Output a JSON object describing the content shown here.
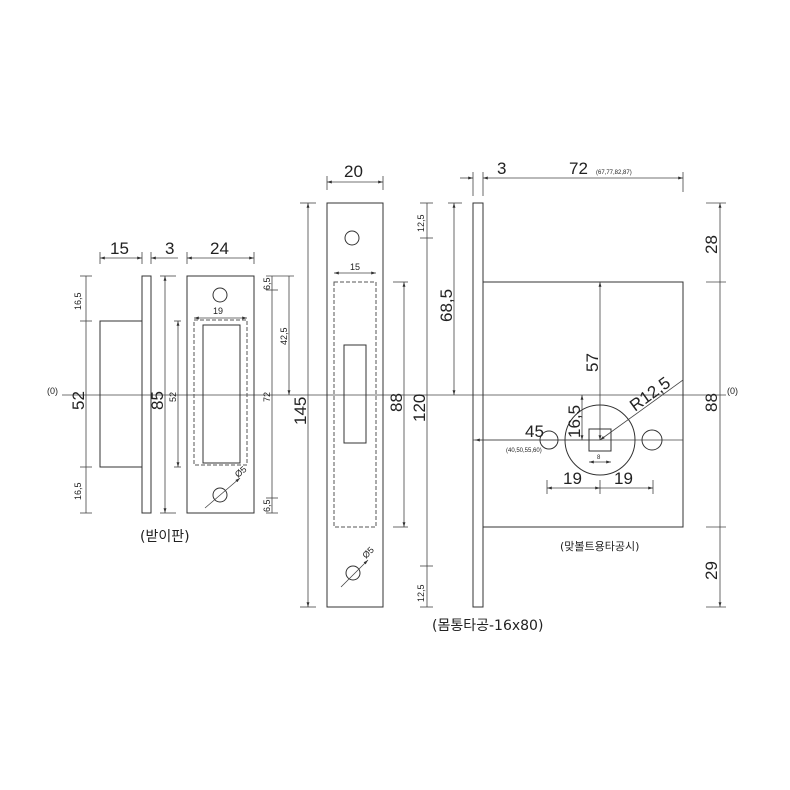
{
  "strike_plate": {
    "caption": "(받이판)",
    "dims": {
      "box_depth": "15",
      "plate_thickness": "3",
      "plate_width": "24",
      "top_offset": "16,5",
      "box_height": "52",
      "bottom_offset": "16,5",
      "plate_height": "85",
      "recess_height": "52",
      "recess_width": "19",
      "hole_top": "6,5",
      "hole_span": "72",
      "hole_bottom": "6,5",
      "to_center": "42,5",
      "hole_dia": "Ø5"
    },
    "origin": "(0)"
  },
  "face_plate": {
    "dims": {
      "width": "20",
      "inner_width": "15",
      "height": "145",
      "mortise_height": "88",
      "hole_span": "120",
      "hole_top": "12,5",
      "hole_bottom": "12,5",
      "to_center": "68,5",
      "hole_dia": "Ø5"
    }
  },
  "lock_body": {
    "caption": "(몸통타공-16x80)",
    "note": "(맞볼트용타공시)",
    "dims": {
      "plate_thickness": "3",
      "body_depth": "72",
      "body_depth_options": "(67,77,82,87)",
      "top": "28",
      "body_height": "88",
      "bottom": "29",
      "spindle_height": "57",
      "spindle_offset": "16,5",
      "radius": "R12,5",
      "backset": "45",
      "backset_options": "(40,50,55,60)",
      "square": "8",
      "bolt_left": "19",
      "bolt_right": "19"
    },
    "origin": "(0)"
  }
}
